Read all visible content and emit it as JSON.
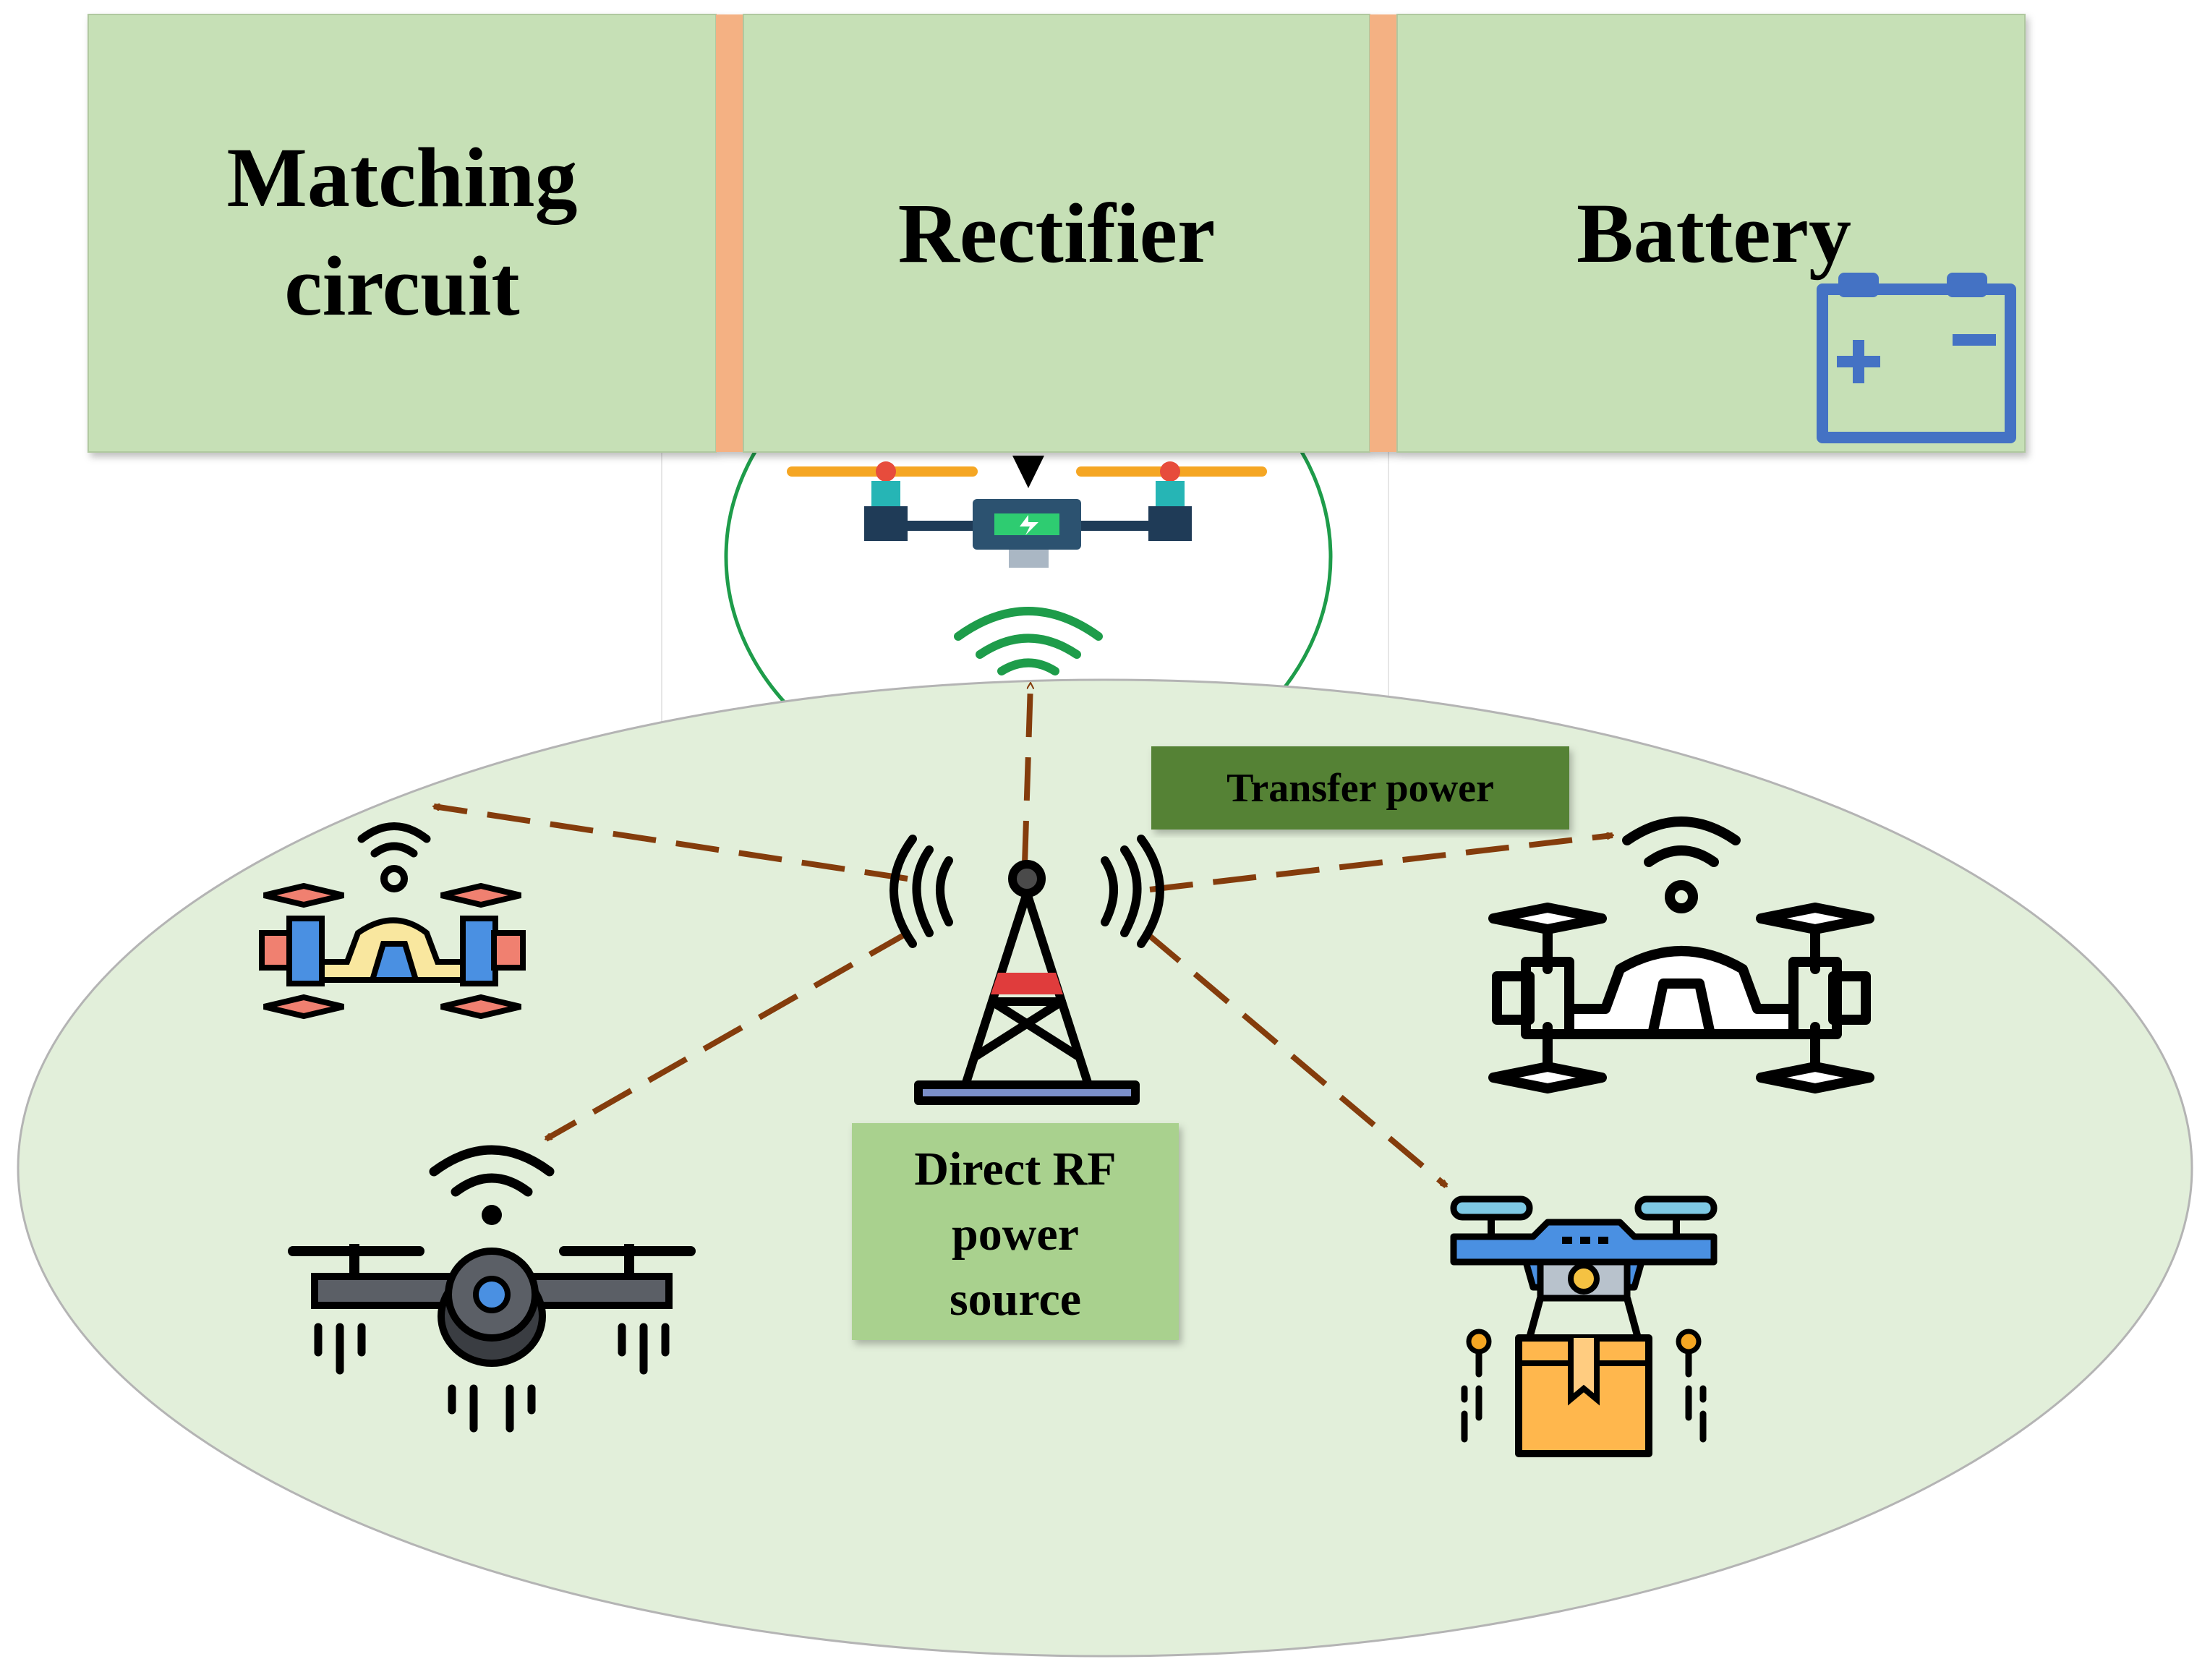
{
  "blocks": {
    "matching_line1": "Matching",
    "matching_line2": "circuit",
    "rectifier": "Rectifier",
    "battery": "Battery"
  },
  "labels": {
    "transfer_power": "Transfer power",
    "source_line1": "Direct RF",
    "source_line2": "power",
    "source_line3": "source"
  },
  "colors": {
    "block_fill": "#c6e0b6",
    "separator": "#f4b183",
    "ellipse_fill": "#e2efda",
    "arrow": "#843c0c",
    "transfer_box": "#548235",
    "source_box": "#a9d18e",
    "battery_icon": "#4472c4",
    "signal_green": "#1e9c4a"
  },
  "icons": [
    "battery-icon",
    "charging-drone-icon",
    "wifi-icon",
    "radio-tower-icon",
    "drone-icon",
    "delivery-drone-icon"
  ]
}
